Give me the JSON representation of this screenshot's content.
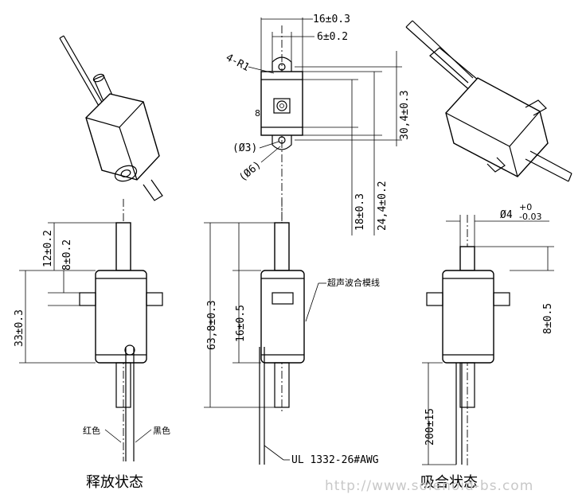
{
  "dimensions": {
    "top_width": "16±0.3",
    "top_pitch": "6±0.2",
    "radius": "4-R1",
    "hole_small": "(Ø3)",
    "hole_large": "(Ø6)",
    "top_h1": "30,4±0.3",
    "top_h2": "24,4±0.2",
    "top_h3": "18±0.3",
    "left_overall": "33±0.3",
    "left_stroke": "12±0.2",
    "left_inner": "8±0.2",
    "mid_overall": "63,8±0.3",
    "mid_body": "16±0.5",
    "right_shaft": "Ø4",
    "right_tol_upper": "+0",
    "right_tol_lower": "-0.03",
    "right_stroke": "8±0.5",
    "right_lead": "200±15"
  },
  "labels": {
    "weld_line": "超声波合模线",
    "wire_red": "红色",
    "wire_black": "黑色",
    "wire_spec": "UL 1332-26#AWG",
    "state_released": "释放状态",
    "state_pulled": "吸合状态",
    "watermark": "http://www.solenoid-bs.com"
  }
}
